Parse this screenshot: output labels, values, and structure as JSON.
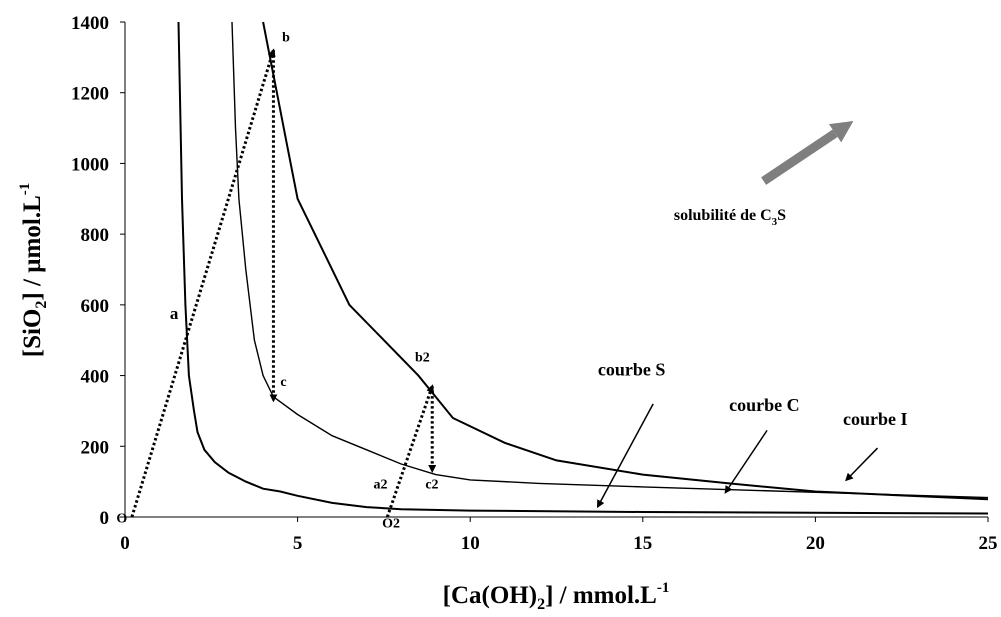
{
  "chart_data": {
    "type": "line",
    "title": "",
    "xlabel_parts": [
      "[Ca(OH)",
      "2",
      "] / mmol.L",
      "-1"
    ],
    "ylabel_parts": [
      "[SiO",
      "2",
      "] / µmol.L",
      "-1"
    ],
    "xlim": [
      0,
      25
    ],
    "ylim": [
      0,
      1400
    ],
    "x_ticks": [
      0,
      5,
      10,
      15,
      20,
      25
    ],
    "y_ticks": [
      0,
      200,
      400,
      600,
      800,
      1000,
      1200,
      1400
    ],
    "grid": false,
    "series": [
      {
        "name": "courbe S",
        "stroke_width": 2,
        "points": [
          [
            1.55,
            1400
          ],
          [
            1.65,
            900
          ],
          [
            1.75,
            600
          ],
          [
            1.85,
            400
          ],
          [
            2,
            300
          ],
          [
            2.1,
            240
          ],
          [
            2.3,
            190
          ],
          [
            2.6,
            155
          ],
          [
            3,
            125
          ],
          [
            3.5,
            100
          ],
          [
            4,
            80
          ],
          [
            4.5,
            72
          ],
          [
            5,
            60
          ],
          [
            6,
            40
          ],
          [
            7,
            28
          ],
          [
            8,
            22
          ],
          [
            10,
            18
          ],
          [
            15,
            14
          ],
          [
            20,
            12
          ],
          [
            25,
            10
          ]
        ]
      },
      {
        "name": "courbe C",
        "stroke_width": 1.4,
        "points": [
          [
            3.1,
            1400
          ],
          [
            3.2,
            1100
          ],
          [
            3.3,
            900
          ],
          [
            3.5,
            700
          ],
          [
            3.75,
            500
          ],
          [
            4,
            400
          ],
          [
            4.3,
            340
          ],
          [
            5,
            290
          ],
          [
            6,
            230
          ],
          [
            7,
            190
          ],
          [
            8,
            150
          ],
          [
            9,
            120
          ],
          [
            10,
            105
          ],
          [
            12,
            95
          ],
          [
            15,
            85
          ],
          [
            20,
            70
          ],
          [
            25,
            55
          ]
        ]
      },
      {
        "name": "courbe I",
        "stroke_width": 2,
        "points": [
          [
            4,
            1400
          ],
          [
            4.2,
            1300
          ],
          [
            4.4,
            1200
          ],
          [
            4.7,
            1050
          ],
          [
            5,
            900
          ],
          [
            5.7,
            760
          ],
          [
            6.5,
            600
          ],
          [
            7.5,
            500
          ],
          [
            8.5,
            400
          ],
          [
            9.5,
            280
          ],
          [
            11,
            210
          ],
          [
            12.5,
            160
          ],
          [
            15,
            120
          ],
          [
            17.5,
            95
          ],
          [
            20,
            72
          ],
          [
            25,
            50
          ]
        ]
      }
    ],
    "dotted_lines": [
      {
        "name": "O-b",
        "from": [
          0.2,
          0
        ],
        "to": [
          4.3,
          1320
        ],
        "arrow": true
      },
      {
        "name": "b-c",
        "from": [
          4.3,
          1320
        ],
        "to": [
          4.3,
          330
        ],
        "arrow": true
      },
      {
        "name": "O2-b2",
        "from": [
          7.6,
          0
        ],
        "to": [
          8.9,
          370
        ],
        "arrow": true
      },
      {
        "name": "b2-c2",
        "from": [
          8.9,
          370
        ],
        "to": [
          8.9,
          130
        ],
        "arrow": true
      }
    ],
    "point_labels": [
      {
        "text": "O",
        "at": [
          -0.25,
          -15
        ],
        "size": 14
      },
      {
        "text": "a",
        "at": [
          1.3,
          560
        ],
        "size": 17
      },
      {
        "text": "b",
        "at": [
          4.55,
          1345
        ],
        "size": 14
      },
      {
        "text": "c",
        "at": [
          4.5,
          370
        ],
        "size": 14
      },
      {
        "text": "a2",
        "at": [
          7.2,
          80
        ],
        "size": 14
      },
      {
        "text": "b2",
        "at": [
          8.4,
          440
        ],
        "size": 14
      },
      {
        "text": "c2",
        "at": [
          8.7,
          80
        ],
        "size": 14
      },
      {
        "text": "O2",
        "at": [
          7.45,
          -30
        ],
        "size": 14
      }
    ],
    "curve_labels": [
      {
        "text": "courbe S",
        "at": [
          13.7,
          400
        ],
        "arrow_from": [
          15.3,
          320
        ],
        "arrow_to": [
          13.7,
          30
        ]
      },
      {
        "text": "courbe C",
        "at": [
          17.5,
          300
        ],
        "arrow_from": [
          18.6,
          245
        ],
        "arrow_to": [
          17.4,
          70
        ]
      },
      {
        "text": "courbe I",
        "at": [
          20.8,
          260
        ],
        "arrow_from": [
          21.8,
          195
        ],
        "arrow_to": [
          20.9,
          105
        ]
      }
    ],
    "annotation": {
      "text_parts": [
        "solubilité de C",
        "3",
        "S"
      ],
      "color_arrow": "#7f7f7f",
      "arrow_from": [
        18.5,
        950
      ],
      "arrow_to": [
        21.1,
        1120
      ],
      "text_at": [
        15.9,
        840
      ]
    }
  }
}
